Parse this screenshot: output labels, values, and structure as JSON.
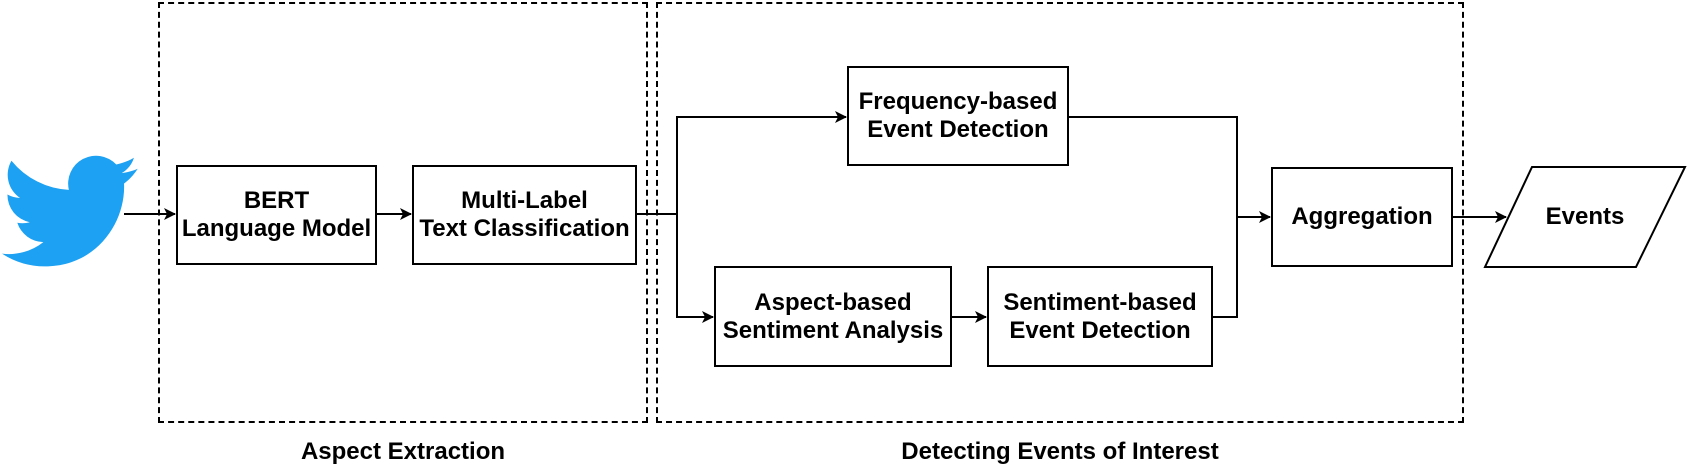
{
  "diagram": {
    "source_icon": "twitter-bird-icon",
    "icon_color": "#1DA1F2",
    "stroke_color": "#000000",
    "groups": {
      "aspect_extraction": "Aspect Extraction",
      "detecting_events": "Detecting Events of Interest"
    },
    "nodes": {
      "bert": "BERT\nLanguage Model",
      "multilabel": "Multi-Label\nText Classification",
      "frequency": "Frequency-based\nEvent Detection",
      "absa": "Aspect-based\nSentiment Analysis",
      "sentiment_detection": "Sentiment-based\nEvent Detection",
      "aggregation": "Aggregation",
      "events": "Events"
    },
    "edges": [
      [
        "twitter",
        "bert"
      ],
      [
        "bert",
        "multilabel"
      ],
      [
        "multilabel",
        "frequency"
      ],
      [
        "multilabel",
        "absa"
      ],
      [
        "absa",
        "sentiment_detection"
      ],
      [
        "frequency",
        "aggregation"
      ],
      [
        "sentiment_detection",
        "aggregation"
      ],
      [
        "aggregation",
        "events"
      ]
    ]
  }
}
